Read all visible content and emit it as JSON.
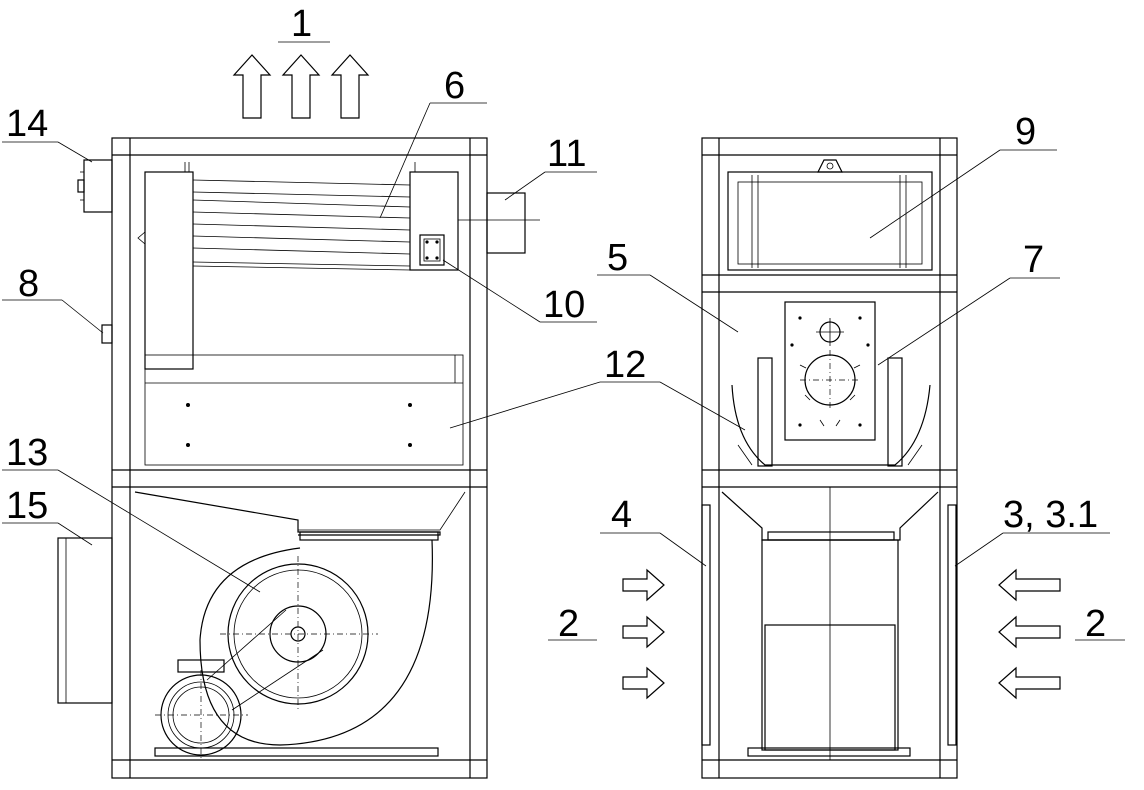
{
  "labels": {
    "l1": "1",
    "l2a": "2",
    "l2b": "2",
    "l3": "3, 3.1",
    "l4": "4",
    "l5": "5",
    "l6": "6",
    "l7": "7",
    "l8": "8",
    "l9": "9",
    "l10": "10",
    "l11": "11",
    "l12a": "12",
    "l13": "13",
    "l14": "14",
    "l15": "15"
  },
  "icons": {
    "up_arrow": "hollow-up-arrow",
    "right_arrow": "hollow-right-arrow",
    "left_arrow": "hollow-left-arrow"
  }
}
